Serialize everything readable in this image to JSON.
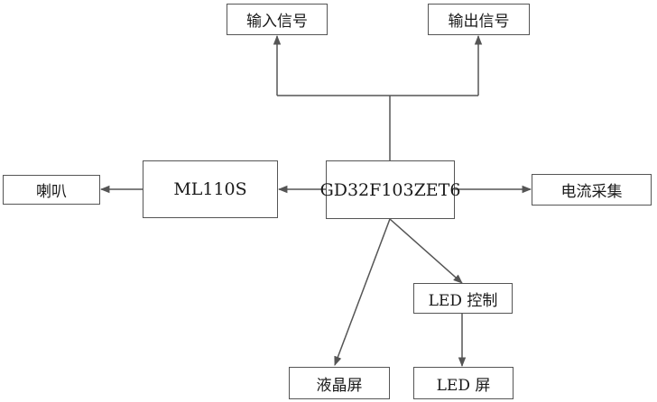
{
  "diagram": {
    "nodes": {
      "input_signal": "输入信号",
      "output_signal": "输出信号",
      "speaker": "喇叭",
      "ml110s": "ML110S",
      "mcu": "GD32F103ZET6",
      "current_sampling": "电流采集",
      "led_control": "LED 控制",
      "lcd_screen": "液晶屏",
      "led_screen": "LED 屏"
    },
    "edges": [
      {
        "from": "mcu",
        "to": "input_signal"
      },
      {
        "from": "mcu",
        "to": "output_signal"
      },
      {
        "from": "mcu",
        "to": "ml110s"
      },
      {
        "from": "ml110s",
        "to": "speaker"
      },
      {
        "from": "mcu",
        "to": "current_sampling"
      },
      {
        "from": "mcu",
        "to": "lcd_screen"
      },
      {
        "from": "mcu",
        "to": "led_control"
      },
      {
        "from": "led_control",
        "to": "led_screen"
      }
    ]
  }
}
